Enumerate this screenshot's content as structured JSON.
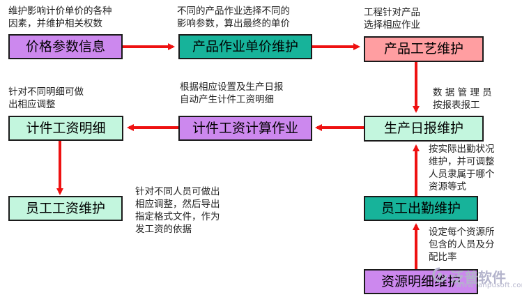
{
  "nodes": {
    "price_params": "价格参数信息",
    "product_piece_price": "产品作业单价维护",
    "product_process": "产品工艺维护",
    "daily_report": "生产日报维护",
    "piece_wage_calc": "计件工资计算作业",
    "piece_wage_detail": "计件工资明细",
    "employee_wage": "员工工资维护",
    "attendance": "员工出勤维护",
    "resource_detail": "资源明细维护"
  },
  "notes": {
    "price_params": "维护影响计价单价的各种\n因素，并维护相关权数",
    "product_piece_price": "不同的产品作业选择不同的\n影响参数，算出最终的单价",
    "product_process": "工程针对产品\n选择相应作业",
    "daily_report": "数 据 管 理 员\n按报表报工",
    "piece_wage_calc": "根据相应设置及生产日报\n自动产生计件工资明细",
    "piece_wage_detail": "针对不同明细可做\n出相应调整",
    "employee_wage": "针对不同人员可做出\n相应调整，然后导出\n指定格式文件，作为\n发工资的依据",
    "attendance": "按实际出勤状况\n维护，并可调整\n人员隶属于哪个\n资源等式",
    "resource_detail": "设定每个资源所\n包含的人员及分\n配比率"
  },
  "colors": {
    "arrow": "#ee1111",
    "purple": "#cc88ee",
    "teal": "#17b39a",
    "pink": "#ff9ea1",
    "mint": "#c3f6de"
  },
  "logo": {
    "name": "泛普软件",
    "url": "www.fanpusoft.com"
  }
}
